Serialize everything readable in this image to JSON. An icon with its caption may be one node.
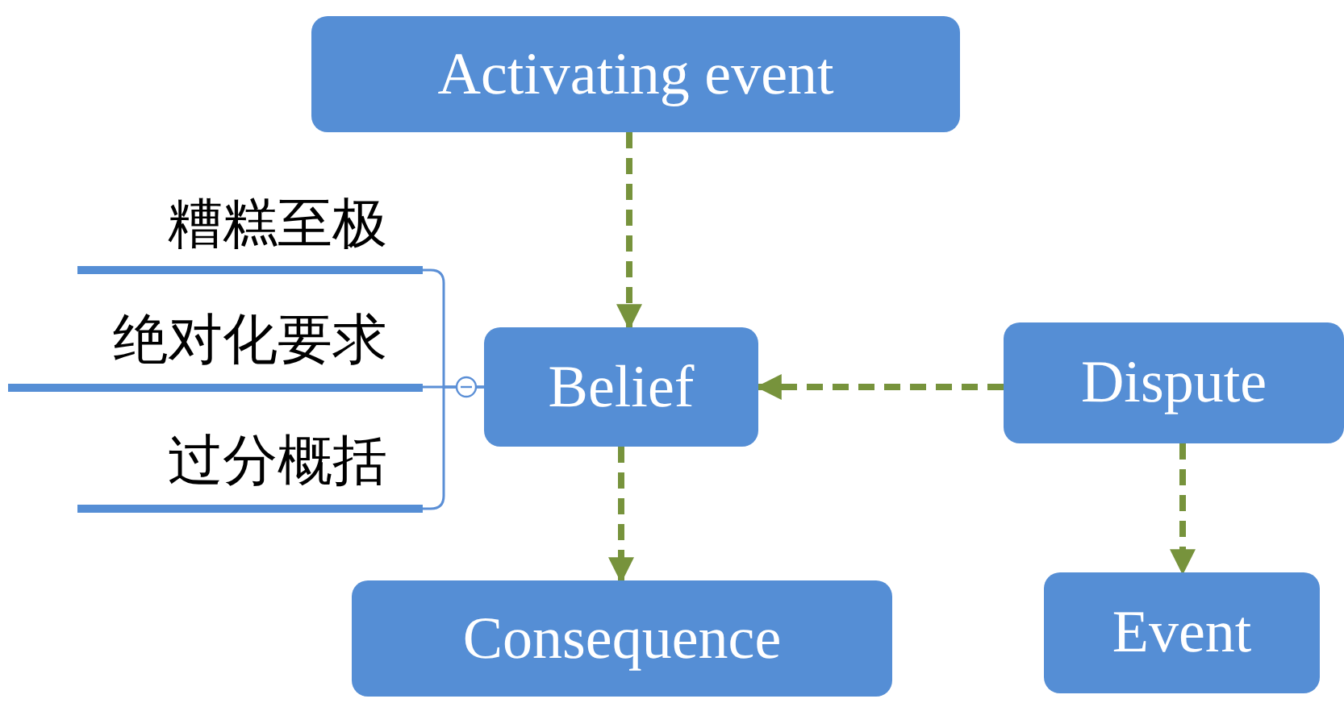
{
  "diagram": {
    "nodes": [
      {
        "text": [
          "Activating event"
        ]
      },
      {
        "text": [
          "Belief"
        ]
      },
      {
        "text": [
          "Dispute"
        ]
      },
      {
        "text": [
          "Consequence"
        ]
      },
      {
        "text": [
          "Event"
        ]
      },
      {
        "text": [
          "糟糕至极"
        ]
      },
      {
        "text": [
          "绝对化要求"
        ]
      },
      {
        "text": [
          "过分概括"
        ]
      }
    ],
    "edges": [
      {
        "from": 0,
        "to": 1,
        "arrow": "to",
        "style": "dashed"
      },
      {
        "from": 2,
        "to": 1,
        "arrow": "to",
        "style": "dashed"
      },
      {
        "from": 1,
        "to": 3,
        "arrow": "to",
        "style": "dashed"
      },
      {
        "from": 2,
        "to": 4,
        "arrow": "to",
        "style": "dashed"
      },
      {
        "from": 1,
        "to": 5,
        "arrow": "none",
        "color": "#5b8fd6"
      },
      {
        "from": 1,
        "to": 6,
        "arrow": "none",
        "color": "#5b8fd6"
      },
      {
        "from": 1,
        "to": 7,
        "arrow": "none",
        "color": "#5b8fd6"
      }
    ]
  }
}
